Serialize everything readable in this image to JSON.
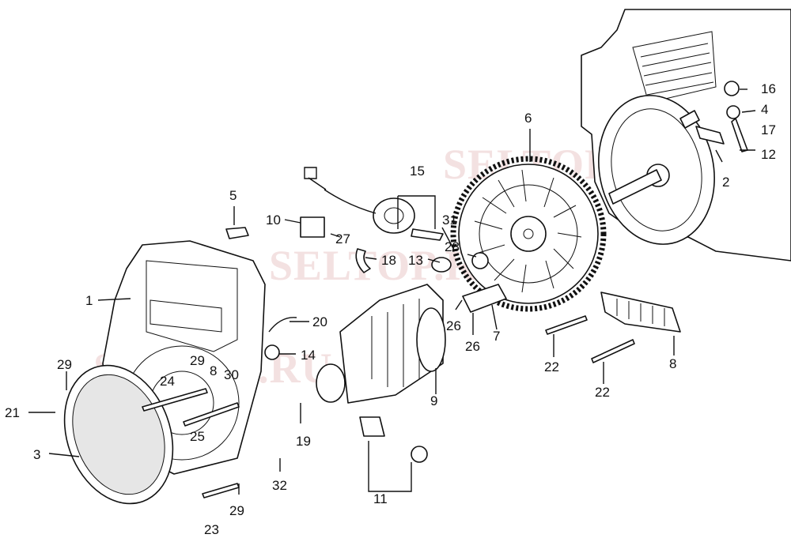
{
  "watermarks": [
    "SELTOP.RU",
    "SELTOP.RU",
    "SELTOP.RU"
  ],
  "callouts": {
    "c1": "1",
    "c2": "2",
    "c3": "3",
    "c4": "4",
    "c5": "5",
    "c6": "6",
    "c7": "7",
    "c8": "8",
    "c9": "9",
    "c10": "10",
    "c11": "11",
    "c12": "12",
    "c13": "13",
    "c14": "14",
    "c15": "15",
    "c16": "16",
    "c17": "17",
    "c18": "18",
    "c19": "19",
    "c20": "20",
    "c21": "21",
    "c22a": "22",
    "c22b": "22",
    "c23": "23",
    "c24": "24",
    "c25": "25",
    "c26a": "26",
    "c26b": "26",
    "c27": "27",
    "c28": "28",
    "c29a": "29",
    "c29b": "29",
    "c29c": "29",
    "c30": "30",
    "c31": "31",
    "c32": "32",
    "c8small": "8"
  }
}
